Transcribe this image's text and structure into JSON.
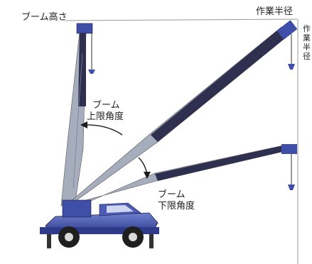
{
  "labels": {
    "boom_height": "ブーム高さ",
    "working_radius": "作業半径",
    "working_radius_vertical": [
      "作",
      "業",
      "半",
      "径"
    ],
    "boom_upper_angle": [
      "ブーム",
      "上限角度"
    ],
    "boom_lower_angle": [
      "ブーム",
      "下限角度"
    ]
  },
  "colors": {
    "boom_dark": "#2f2f4f",
    "boom_light": "#a6adbd",
    "crane_blue": "#3f4fa8",
    "guide_line": "#9a9a9a",
    "arrow": "#1a1a1a",
    "text": "#222222"
  }
}
